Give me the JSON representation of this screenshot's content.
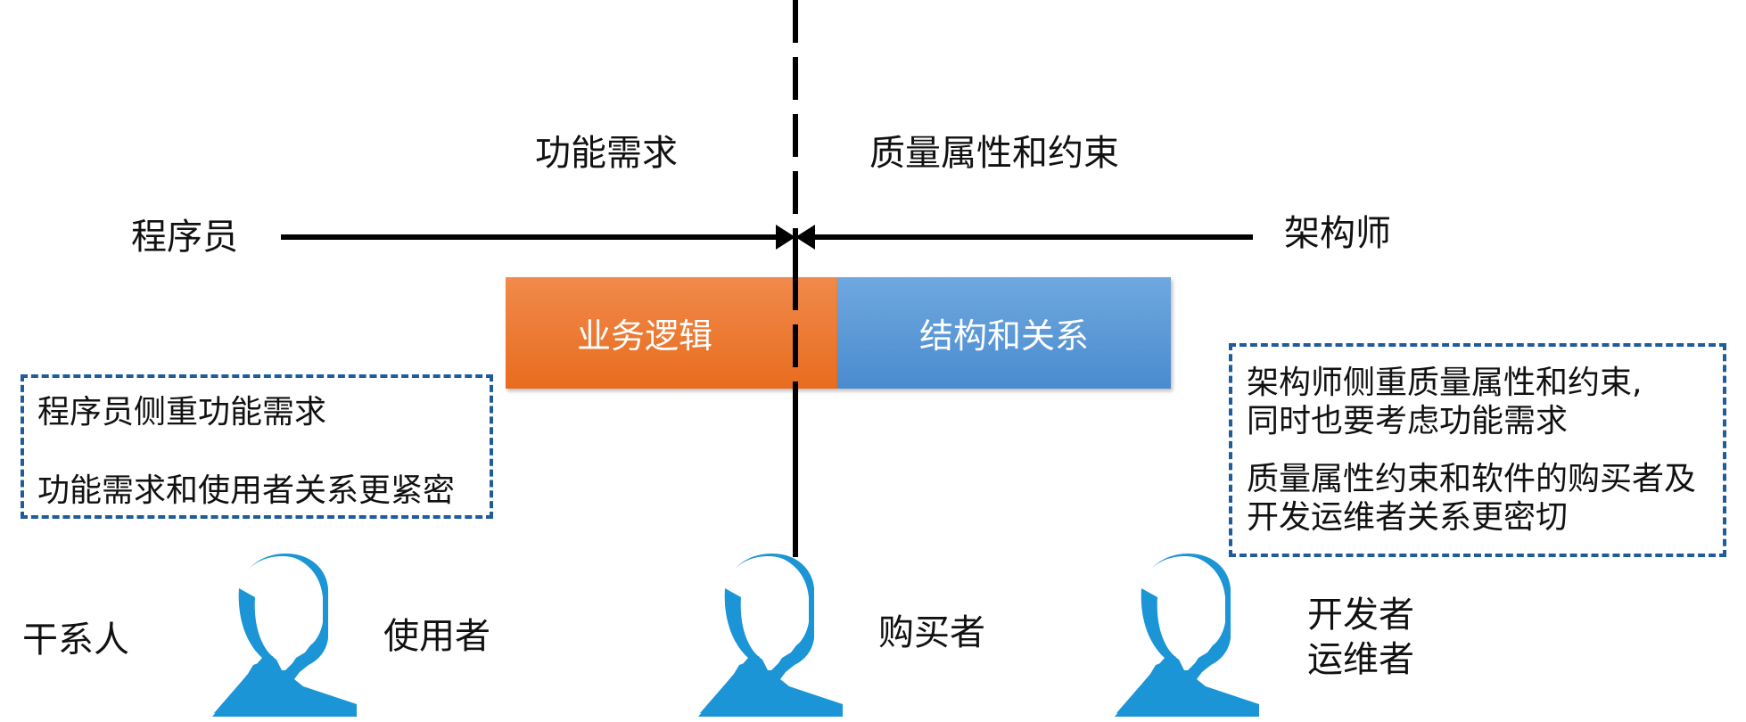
{
  "labels": {
    "functional": "功能需求",
    "quality": "质量属性和约束",
    "programmer": "程序员",
    "architect": "架构师",
    "stakeholder": "干系人",
    "user": "使用者",
    "buyer": "购买者",
    "dev": "开发者",
    "ops": "运维者"
  },
  "blocks": {
    "business_logic": "业务逻辑",
    "structure": "结构和关系"
  },
  "left_note": {
    "line1": "程序员侧重功能需求",
    "line2": "功能需求和使用者关系更紧密"
  },
  "right_note": {
    "line1": "架构师侧重质量属性和约束,",
    "line2": "同时也要考虑功能需求",
    "line3": "质量属性约束和软件的购买者及",
    "line4": "开发运维者关系更密切"
  },
  "colors": {
    "orange": "#e86c1e",
    "blue": "#4a8bcf",
    "person": "#1b95d6",
    "dash_border": "#1f5c9c"
  },
  "icons": [
    "person-icon",
    "person-icon",
    "person-icon"
  ]
}
